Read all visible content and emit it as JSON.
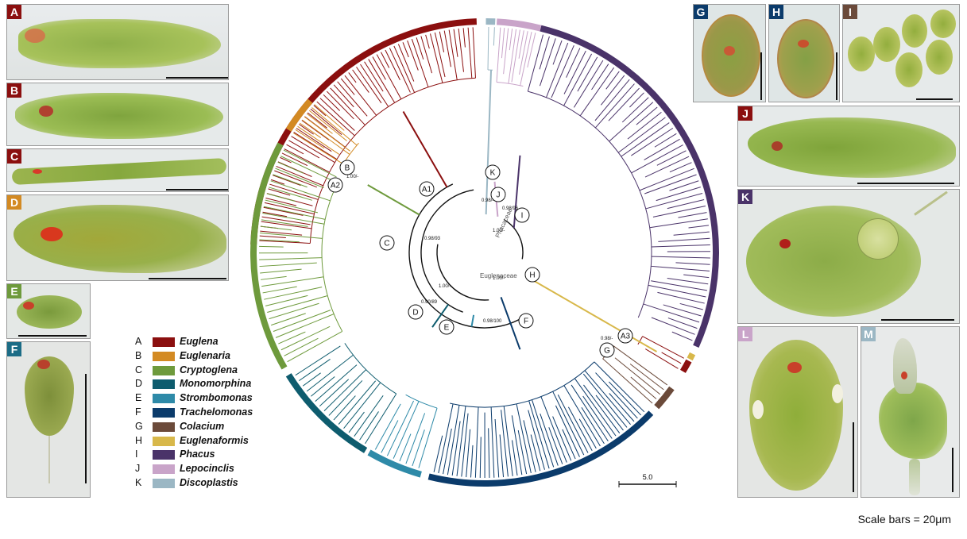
{
  "panels": [
    {
      "id": "A",
      "letter": "A",
      "letter_bg": "#8b0f0f"
    },
    {
      "id": "B",
      "letter": "B",
      "letter_bg": "#8b0f0f"
    },
    {
      "id": "C",
      "letter": "C",
      "letter_bg": "#8b0f0f"
    },
    {
      "id": "D",
      "letter": "D",
      "letter_bg": "#d38a23"
    },
    {
      "id": "E",
      "letter": "E",
      "letter_bg": "#6e9a3c"
    },
    {
      "id": "F",
      "letter": "F",
      "letter_bg": "#1b6c86"
    },
    {
      "id": "G",
      "letter": "G",
      "letter_bg": "#0b3b6b"
    },
    {
      "id": "H",
      "letter": "H",
      "letter_bg": "#0b3b6b"
    },
    {
      "id": "I",
      "letter": "I",
      "letter_bg": "#6b4a3a"
    },
    {
      "id": "J",
      "letter": "J",
      "letter_bg": "#8b0f0f"
    },
    {
      "id": "K",
      "letter": "K",
      "letter_bg": "#4a3369"
    },
    {
      "id": "L",
      "letter": "L",
      "letter_bg": "#c9a4c9"
    },
    {
      "id": "M",
      "letter": "M",
      "letter_bg": "#9bb7c4"
    }
  ],
  "legend": [
    {
      "letter": "A",
      "name": "Euglena",
      "color": "#8b0f0f"
    },
    {
      "letter": "B",
      "name": "Euglenaria",
      "color": "#d38a23"
    },
    {
      "letter": "C",
      "name": "Cryptoglena",
      "color": "#6e9a3c"
    },
    {
      "letter": "D",
      "name": "Monomorphina",
      "color": "#0e5c6e"
    },
    {
      "letter": "E",
      "name": "Strombomonas",
      "color": "#2e8aa8"
    },
    {
      "letter": "F",
      "name": "Trachelomonas",
      "color": "#0b3b6b"
    },
    {
      "letter": "G",
      "name": "Colacium",
      "color": "#6b4a3a"
    },
    {
      "letter": "H",
      "name": "Euglenaformis",
      "color": "#d8b84a"
    },
    {
      "letter": "I",
      "name": "Phacus",
      "color": "#4a3369"
    },
    {
      "letter": "J",
      "name": "Lepocinclis",
      "color": "#c9a4c9"
    },
    {
      "letter": "K",
      "name": "Discoplastis",
      "color": "#9bb7c4"
    }
  ],
  "tree": {
    "node_labels": [
      "A1",
      "A2",
      "A3",
      "B",
      "C",
      "D",
      "E",
      "F",
      "G",
      "H",
      "I",
      "J",
      "K"
    ],
    "clade_labels": [
      "Phacaceae",
      "Euglenaceae"
    ],
    "support_values": [
      "0.98/-",
      "1.00/-",
      "0.98/-",
      "0.98/93",
      "0.90/89",
      "1.00/-",
      "1.00/-",
      "0.98/100",
      "0.98/96",
      "1.00/-"
    ],
    "scale_bar_label": "5.0"
  },
  "scale_note": "Scale bars = 20μm"
}
